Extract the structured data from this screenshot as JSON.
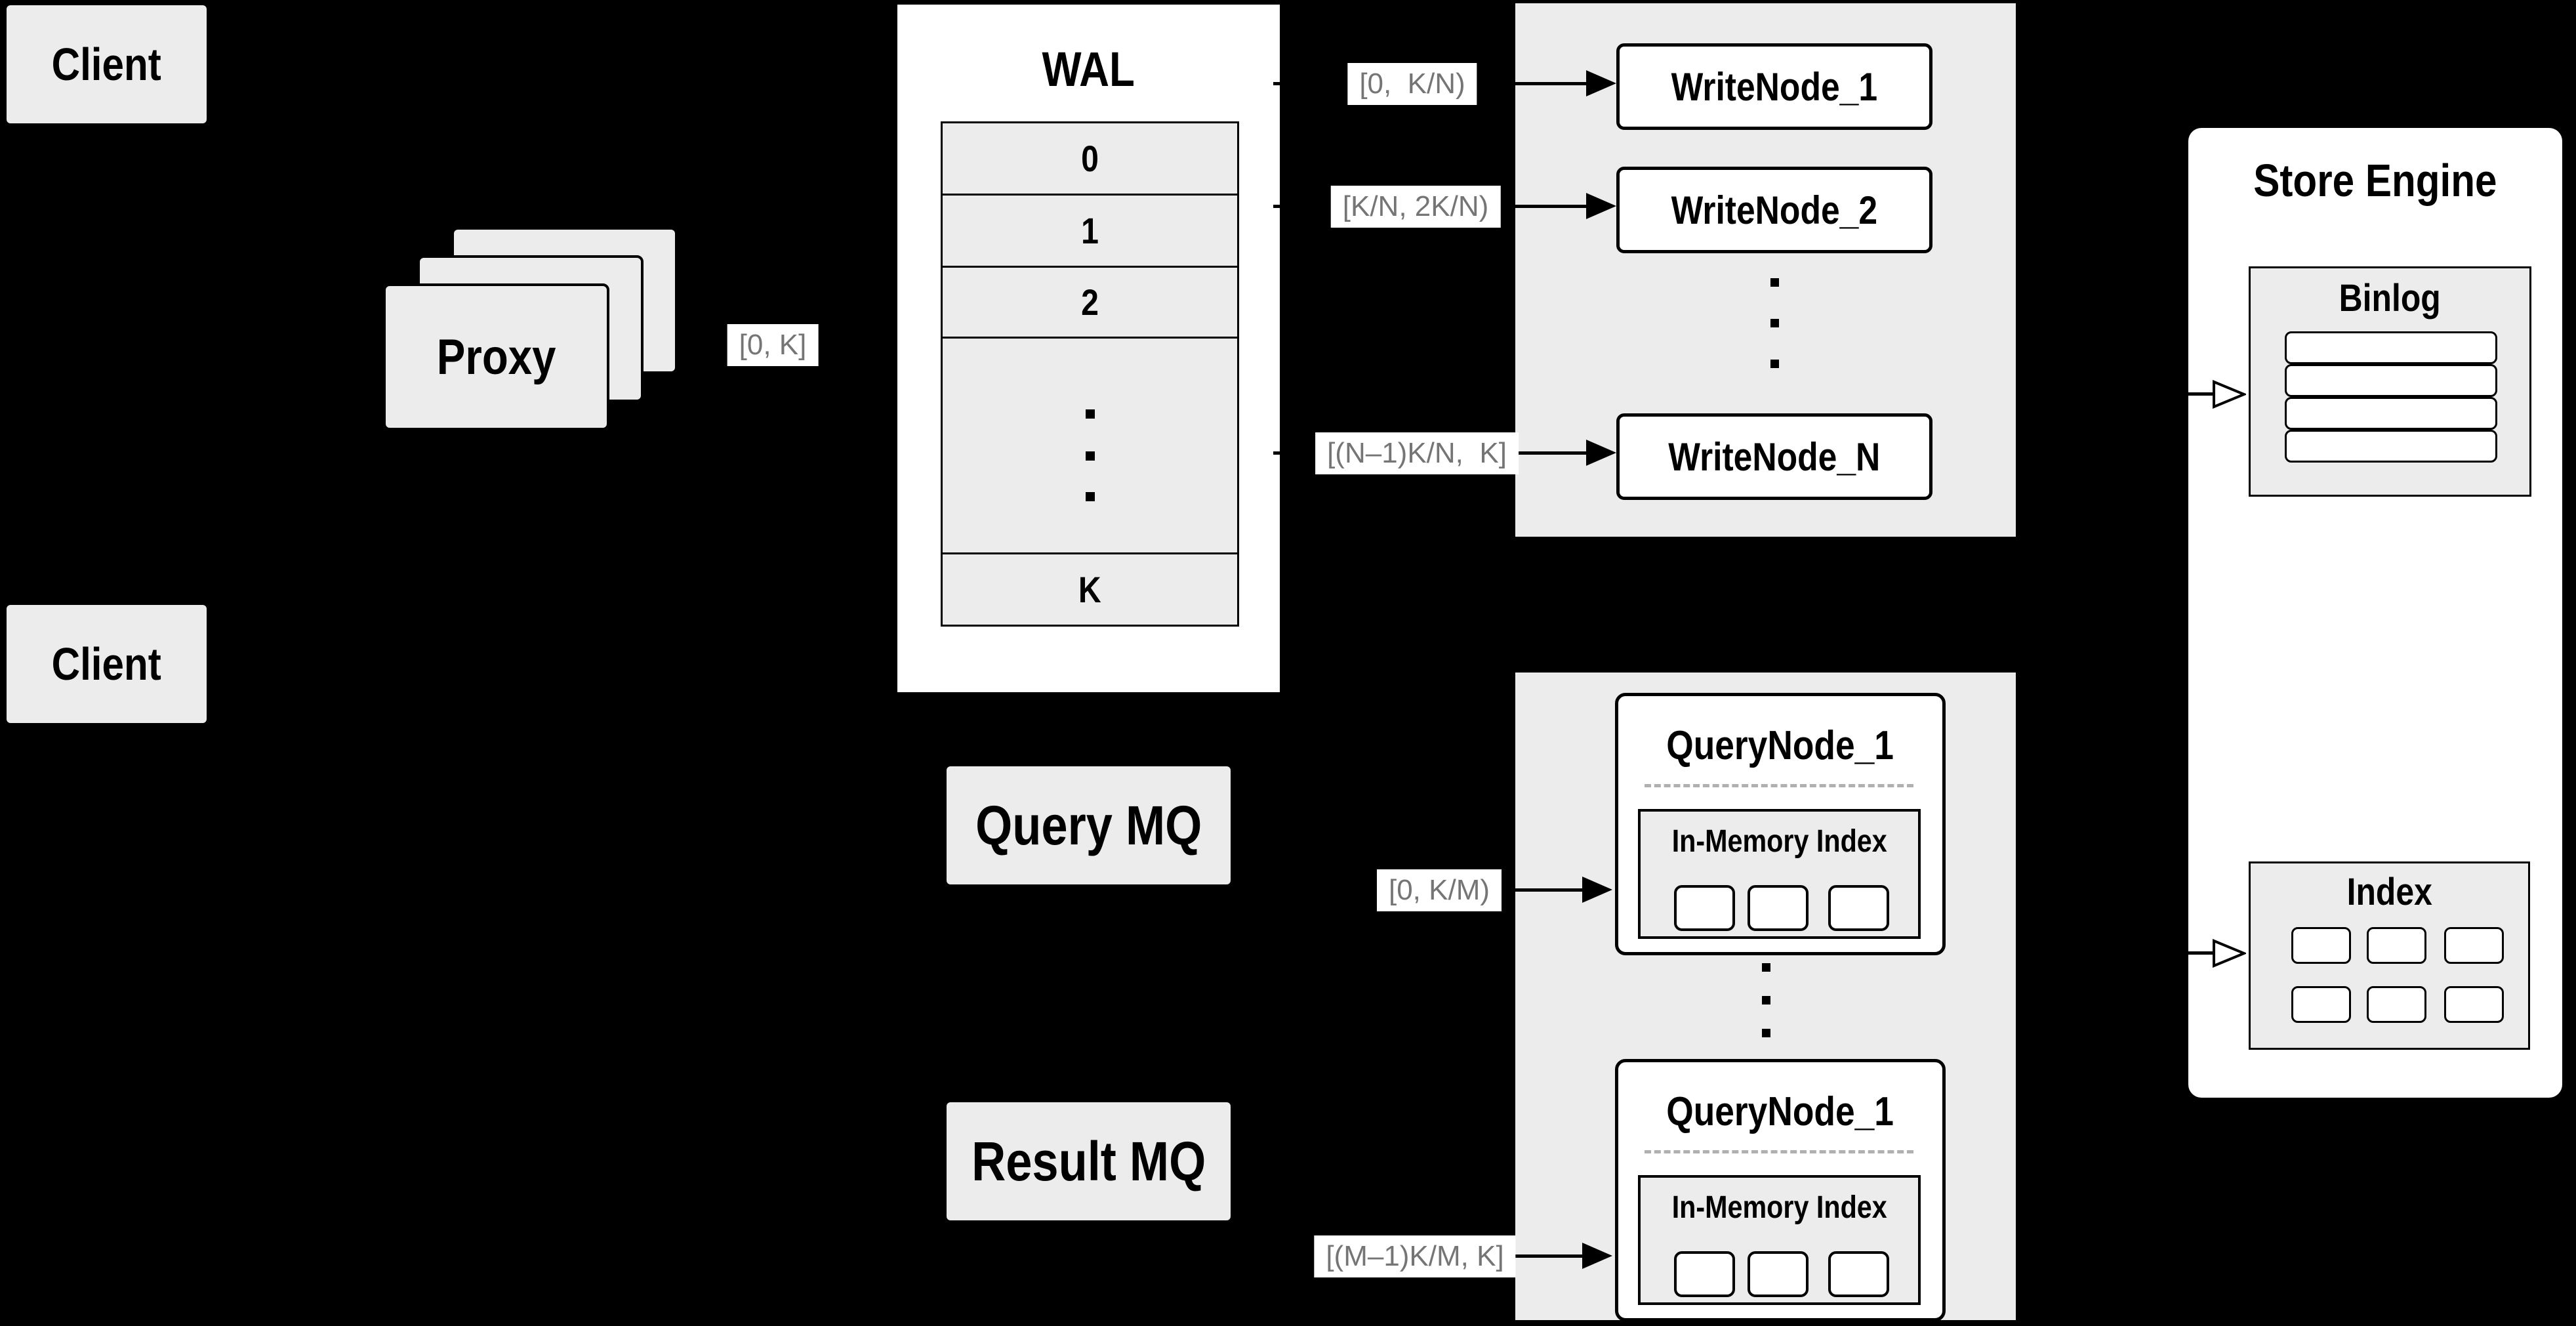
{
  "diagram": {
    "clients": [
      {
        "label": "Client"
      },
      {
        "label": "Client"
      }
    ],
    "proxy": {
      "label": "Proxy",
      "range": "[0, K]"
    },
    "wal": {
      "title": "WAL",
      "rows": [
        "0",
        "1",
        "2",
        "K"
      ]
    },
    "write_group": {
      "nodes": [
        {
          "label": "WriteNode_1",
          "range": "[0,  K/N)"
        },
        {
          "label": "WriteNode_2",
          "range": "[K/N, 2K/N)"
        },
        {
          "label": "WriteNode_N",
          "range": "[(N–1)K/N,  K]"
        }
      ]
    },
    "mq": {
      "query": "Query MQ",
      "result": "Result MQ"
    },
    "query_group": {
      "nodes": [
        {
          "label": "QueryNode_1",
          "inner_title": "In-Memory Index",
          "range": "[0, K/M)"
        },
        {
          "label": "QueryNode_1",
          "inner_title": "In-Memory Index",
          "range": "[(M–1)K/M, K]"
        }
      ]
    },
    "store_engine": {
      "title": "Store Engine",
      "binlog_title": "Binlog",
      "index_title": "Index"
    },
    "colors": {
      "background": "#000000",
      "container_gray": "#ececec",
      "node_white": "#ffffff",
      "border": "#000000",
      "range_label_text": "#757575"
    }
  }
}
